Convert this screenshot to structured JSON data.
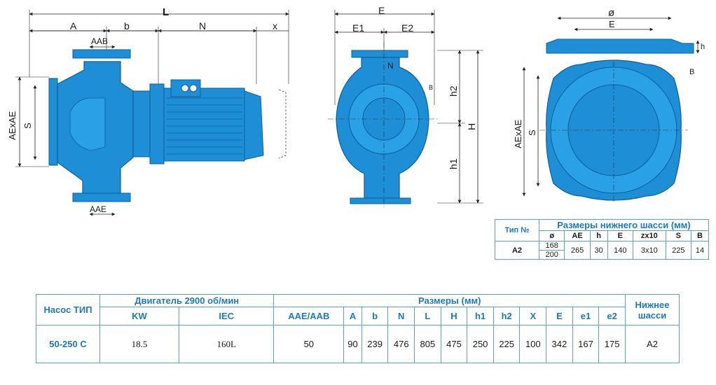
{
  "drawing_labels": {
    "L": "L",
    "A": "A",
    "b": "b",
    "N": "N",
    "x": "x",
    "AAB": "AAB",
    "AAE": "AAE",
    "AExAE": "AExAE",
    "S": "S",
    "E": "E",
    "E1": "E1",
    "E2": "E2",
    "N_mark": "N",
    "h1": "h1",
    "h2": "h2",
    "H": "H",
    "B_small": "B",
    "phi": "ø",
    "E_top": "E",
    "h_small": "h",
    "AExAE_right": "AExAE",
    "S_right": "S",
    "B_right": "B"
  },
  "chassis_table": {
    "type_header": "Тип №",
    "group_header": "Размеры нижнего шасси (мм)",
    "columns": [
      "ø",
      "AE",
      "h",
      "E",
      "zx10",
      "S",
      "B"
    ],
    "row": {
      "type": "A2",
      "phi_1": "168",
      "phi_2": "200",
      "AE": "265",
      "h": "30",
      "E": "140",
      "zx10": "3x10",
      "S": "225",
      "B": "14"
    }
  },
  "main_table": {
    "pump_header": "Насос ТИП",
    "motor_header": "Двигатель 2900 об/мин",
    "dims_header": "Размеры (мм)",
    "chassis_header": "Нижнее шасси",
    "sub_headers": [
      "KW",
      "IEC",
      "AAE/AAB",
      "A",
      "b",
      "N",
      "L",
      "H",
      "h1",
      "h2",
      "X",
      "E",
      "e1",
      "e2"
    ],
    "row": {
      "pump": "50-250 C",
      "values": [
        "18.5",
        "160L",
        "50",
        "90",
        "239",
        "476",
        "805",
        "475",
        "250",
        "225",
        "100",
        "342",
        "167",
        "175"
      ],
      "chassis": "A2"
    }
  },
  "colors": {
    "pump_blue": "#1e8fd6",
    "pump_dark": "#0d5e9c",
    "table_header_blue": "#1a78c2",
    "border": "#5aa0c8"
  }
}
